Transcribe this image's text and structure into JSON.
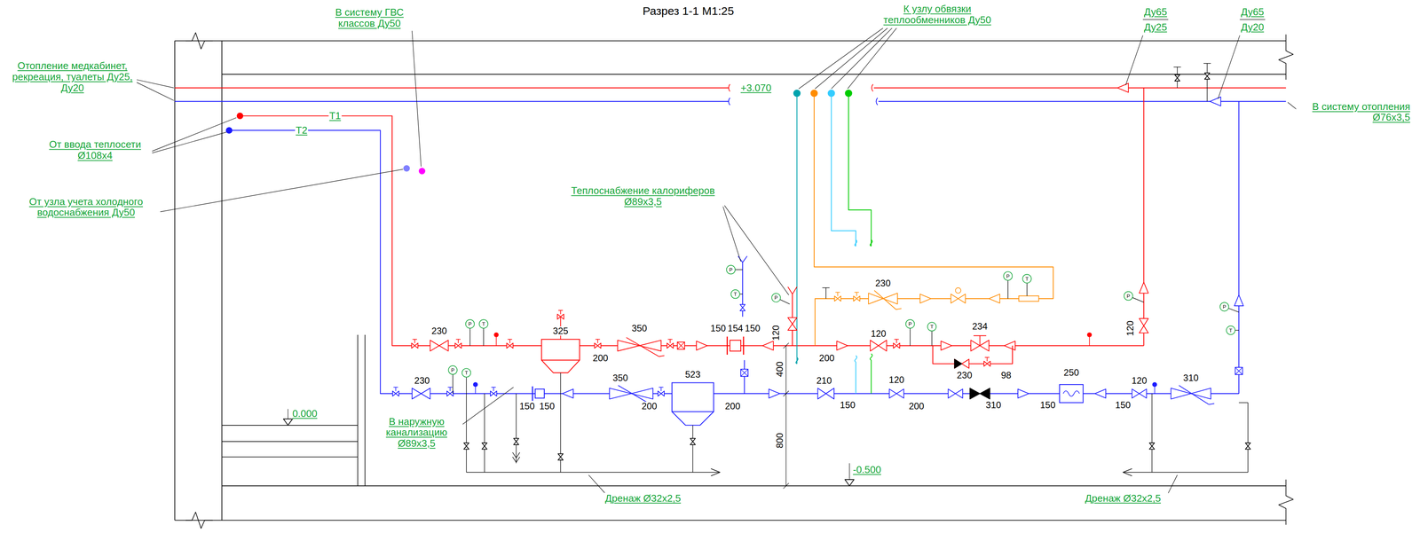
{
  "diagram": {
    "title": "Разрез 1-1 М1:25",
    "labels": [
      "В систему ГВС классов Ду50",
      "К узлу обвязки теплообменников Ду50",
      "Ду65",
      "Ду25",
      "Ду65",
      "Ду20",
      "Отопление медкабинет, рекреация, туалеты Ду25, Ду20",
      "+3.070",
      "В систему отопления Ø76х3,5",
      "Т1",
      "Т2",
      "От ввода теплосети Ø108х4",
      "От узла учета холодного водоснабжения Ду50",
      "Теплоснабжение калориферов Ø89х3,5",
      "230",
      "325",
      "350",
      "150",
      "154",
      "150",
      "120",
      "230",
      "120",
      "234",
      "120",
      "200",
      "400",
      "200",
      "230",
      "98",
      "230",
      "350",
      "523",
      "210",
      "120",
      "250",
      "120",
      "310",
      "150",
      "150",
      "200",
      "200",
      "150",
      "200",
      "310",
      "150",
      "150",
      "800",
      "0.000",
      "В наружную канализацию Ø89х3,5",
      "-0.500",
      "Дренаж Ø32х2,5",
      "Дренаж Ø32х2,5",
      "P",
      "P",
      "P",
      "P",
      "P",
      "P",
      "P",
      "P",
      "T",
      "T",
      "T",
      "T",
      "T",
      "T"
    ]
  }
}
